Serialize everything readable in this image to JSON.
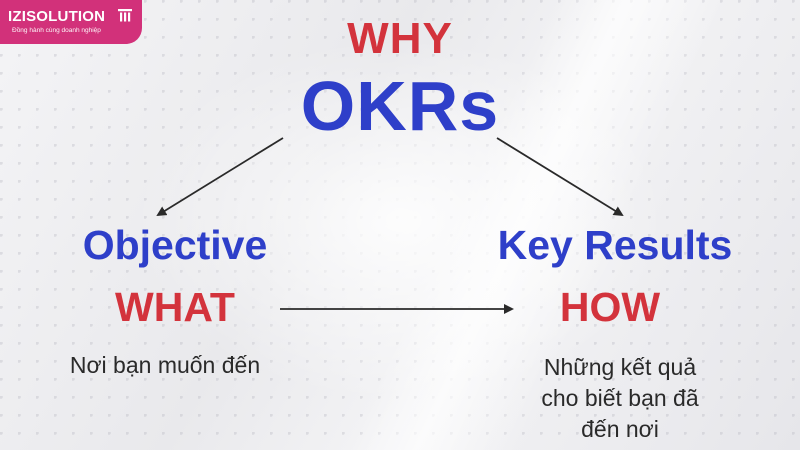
{
  "logo": {
    "name": "IZISOLUTION",
    "tagline": "Đồng hành cùng doanh nghiệp"
  },
  "diagram": {
    "top": {
      "why": "WHY",
      "title": "OKRs"
    },
    "left": {
      "heading": "Objective",
      "question": "WHAT",
      "description": "Nơi bạn muốn đến"
    },
    "right": {
      "heading": "Key Results",
      "question": "HOW",
      "description_lines": [
        "Những kết quả",
        "cho biết bạn đã",
        "đến nơi"
      ]
    }
  },
  "colors": {
    "blue": "#2e3fc9",
    "red": "#d3333c",
    "brand": "#d2317a",
    "text": "#2a2a2a"
  }
}
